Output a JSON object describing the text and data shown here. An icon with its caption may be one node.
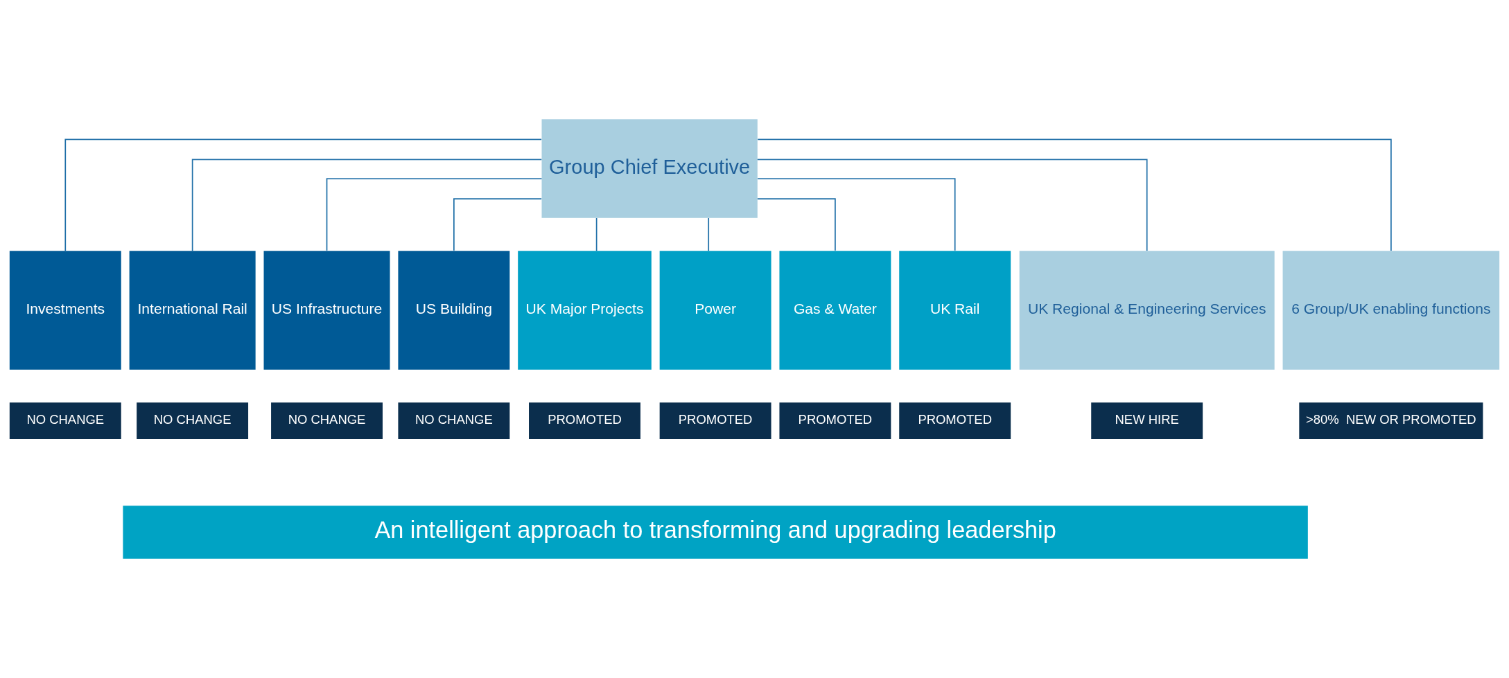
{
  "diagram": {
    "nodes": [
      {
        "text": [
          "Group Chief Executive"
        ]
      },
      {
        "text": [
          "Investments"
        ]
      },
      {
        "text": [
          "International Rail"
        ]
      },
      {
        "text": [
          "US Infrastructure"
        ]
      },
      {
        "text": [
          "US Building"
        ]
      },
      {
        "text": [
          "UK Major Projects"
        ]
      },
      {
        "text": [
          "Power"
        ]
      },
      {
        "text": [
          "Gas & Water"
        ]
      },
      {
        "text": [
          "UK Rail"
        ]
      },
      {
        "text": [
          "UK Regional & Engineering Services"
        ]
      },
      {
        "text": [
          "6 Group/UK enabling functions"
        ]
      },
      {
        "text": [
          "NO CHANGE"
        ]
      },
      {
        "text": [
          "NO CHANGE"
        ]
      },
      {
        "text": [
          "NO CHANGE"
        ]
      },
      {
        "text": [
          "NO CHANGE"
        ]
      },
      {
        "text": [
          "PROMOTED"
        ]
      },
      {
        "text": [
          "PROMOTED"
        ]
      },
      {
        "text": [
          "PROMOTED"
        ]
      },
      {
        "text": [
          "PROMOTED"
        ]
      },
      {
        "text": [
          "NEW HIRE"
        ]
      },
      {
        "text": [
          ">80%  NEW OR PROMOTED"
        ]
      },
      {
        "text": [
          "An intelligent approach to transforming and upgrading leadership"
        ]
      }
    ],
    "edges": [
      {
        "from": 0,
        "to": 1,
        "arrow": "none"
      },
      {
        "from": 0,
        "to": 2,
        "arrow": "none"
      },
      {
        "from": 0,
        "to": 3,
        "arrow": "none"
      },
      {
        "from": 0,
        "to": 4,
        "arrow": "none"
      },
      {
        "from": 0,
        "to": 5,
        "arrow": "none"
      },
      {
        "from": 0,
        "to": 6,
        "arrow": "none"
      },
      {
        "from": 0,
        "to": 7,
        "arrow": "none"
      },
      {
        "from": 0,
        "to": 8,
        "arrow": "none"
      },
      {
        "from": 0,
        "to": 9,
        "arrow": "none"
      },
      {
        "from": 0,
        "to": 10,
        "arrow": "none"
      }
    ]
  }
}
